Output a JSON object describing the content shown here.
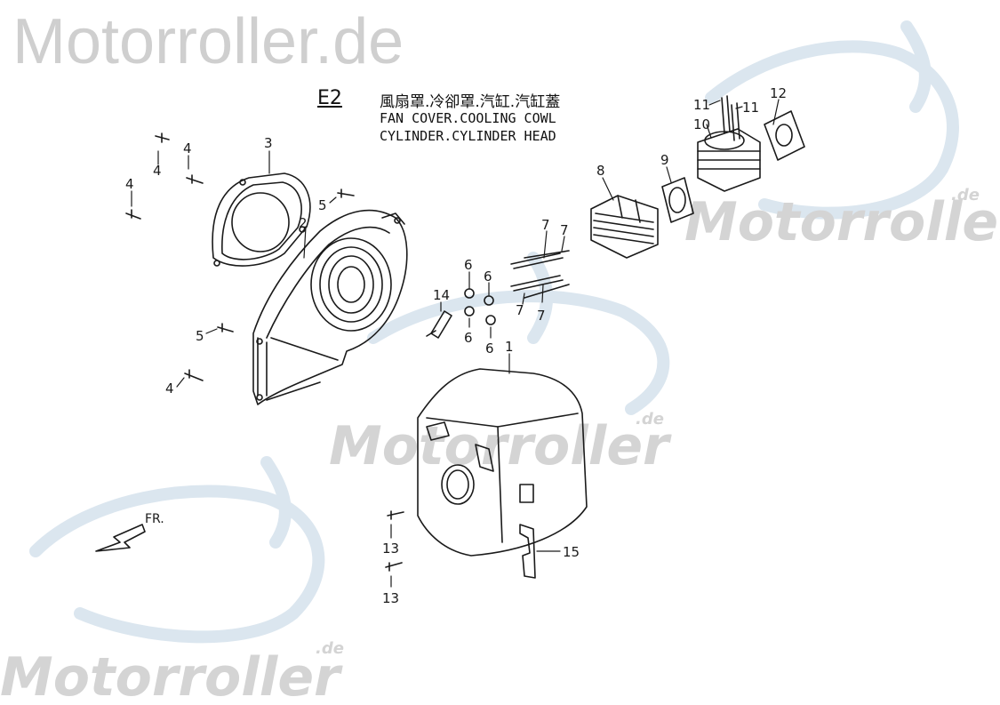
{
  "watermark": {
    "brand_top": "Motorroller.de",
    "brand_repeat": "Motorroller",
    "suffix": ".de"
  },
  "title": {
    "code": "E2",
    "cn": "風扇罩.冷卻罩.汽缸.汽缸蓋",
    "en_line1": "FAN COVER.COOLING COWL",
    "en_line2": "CYLINDER.CYLINDER HEAD"
  },
  "direction_label": "FR.",
  "callouts": [
    "1",
    "2",
    "3",
    "4",
    "4",
    "4",
    "4",
    "5",
    "5",
    "6",
    "6",
    "6",
    "6",
    "7",
    "7",
    "7",
    "7",
    "8",
    "9",
    "10",
    "11",
    "11",
    "12",
    "13",
    "13",
    "14",
    "15"
  ],
  "colors": {
    "line": "#1a1a1a",
    "watermark_text": "#d4d4d4",
    "watermark_logo": "#dbe6ef"
  }
}
